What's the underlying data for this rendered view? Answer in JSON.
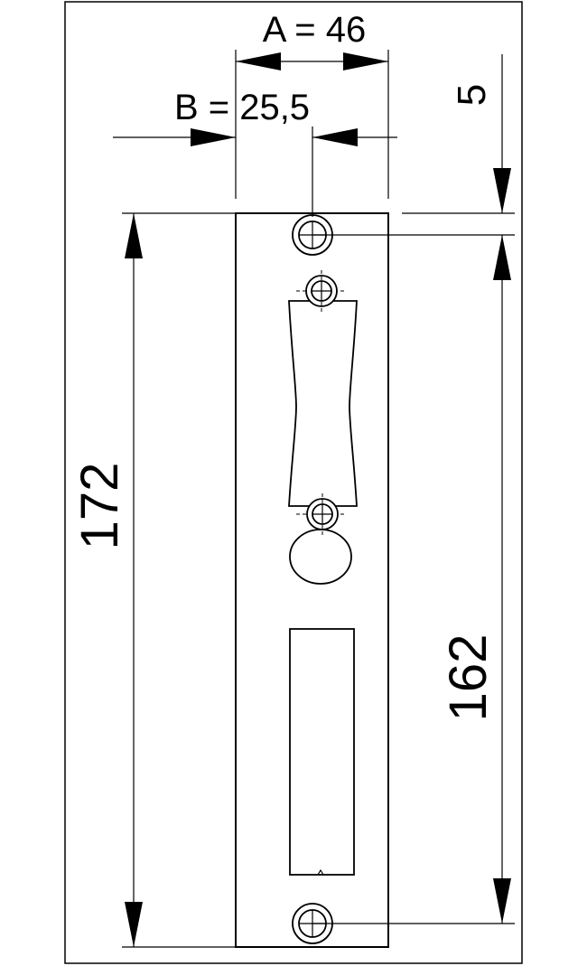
{
  "dimensions": {
    "a_label": "A = 46",
    "b_label": "B = 25,5",
    "offset_label": "5",
    "total_height_label": "172",
    "hole_spacing_label": "162"
  },
  "colors": {
    "line": "#000000",
    "background": "#ffffff"
  }
}
